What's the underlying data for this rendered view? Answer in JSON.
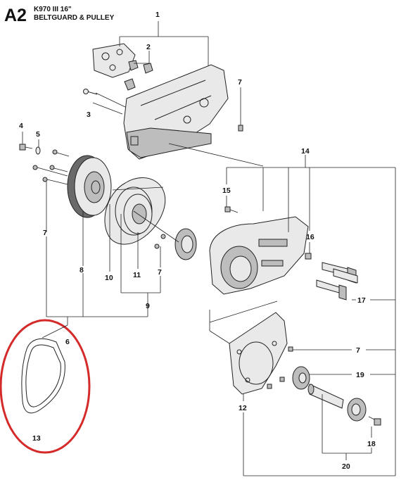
{
  "header": {
    "code": "A2",
    "model": "K970 III 16\"",
    "title": "BELTGUARD & PULLEY"
  },
  "callouts": {
    "c1": "1",
    "c2": "2",
    "c3": "3",
    "c4": "4",
    "c5": "5",
    "c6": "6",
    "c7a": "7",
    "c7b": "7",
    "c7c": "7",
    "c7d": "7",
    "c8": "8",
    "c9": "9",
    "c10": "10",
    "c11": "11",
    "c12": "12",
    "c13": "13",
    "c14": "14",
    "c15": "15",
    "c16": "16",
    "c17": "17",
    "c18": "18",
    "c19": "19",
    "c20": "20"
  },
  "highlight": {
    "color": "#d42a2a"
  }
}
